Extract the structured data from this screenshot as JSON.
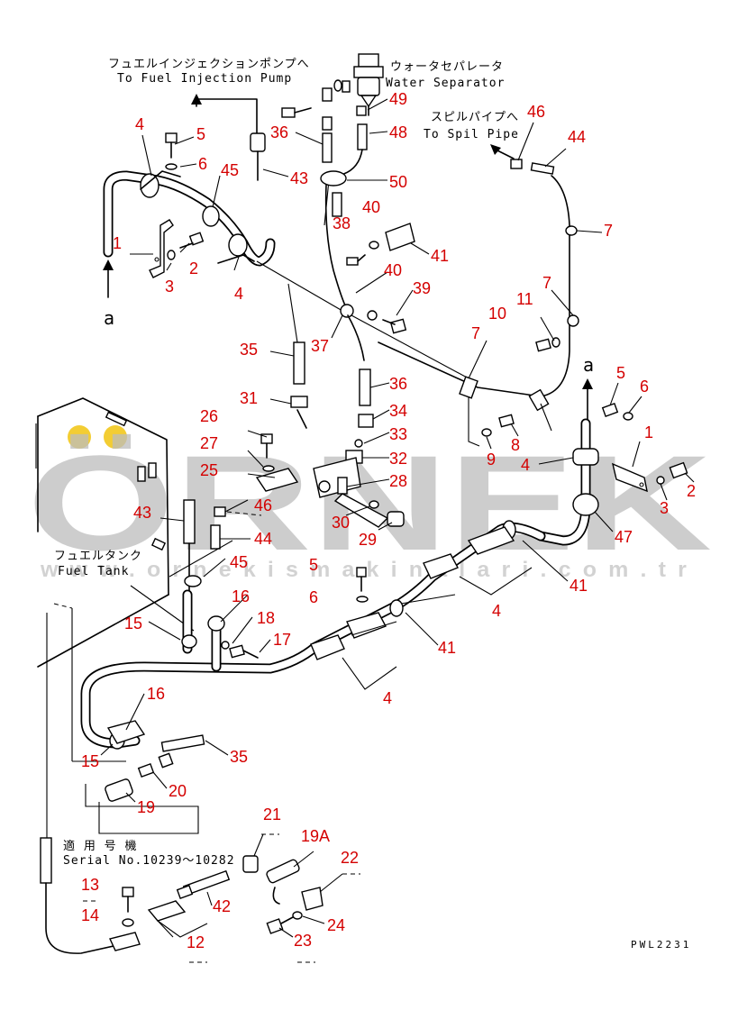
{
  "notes": {
    "fuel_pump_jp": "フュエルインジェクションポンプへ",
    "fuel_pump_en": "To Fuel Injection Pump",
    "water_sep_jp": "ウォータセパレータ",
    "water_sep_en": "Water Separator",
    "spill_jp": "スピルパイプへ",
    "spill_en": "To Spil Pipe",
    "tank_jp": "フュエルタンク",
    "tank_en": "Fuel Tank",
    "serial_jp": "適 用 号 機",
    "serial_en": "Serial No.10239～10282",
    "view_a": "a",
    "drawing_code": "PWL2231"
  },
  "watermark": {
    "brand": "ÖRNEK",
    "url": "w w w . o r n e k i s m a k i n a l a r i . c o m . t r"
  },
  "colors": {
    "callout": "#d40000",
    "line": "#000000",
    "watermark": "#bdbdbd",
    "dots": "#f0c000"
  },
  "callouts": [
    "1",
    "2",
    "3",
    "4",
    "4",
    "5",
    "6",
    "45",
    "36",
    "43",
    "49",
    "48",
    "50",
    "46",
    "44",
    "7",
    "38",
    "40",
    "41",
    "40",
    "39",
    "7",
    "11",
    "10",
    "37",
    "35",
    "31",
    "36",
    "34",
    "33",
    "32",
    "28",
    "30",
    "29",
    "7",
    "8",
    "9",
    "5",
    "6",
    "1",
    "2",
    "3",
    "4",
    "47",
    "26",
    "27",
    "25",
    "46",
    "43",
    "44",
    "45",
    "5",
    "6",
    "16",
    "18",
    "17",
    "15",
    "41",
    "4",
    "41",
    "4",
    "16",
    "15",
    "35",
    "19",
    "20",
    "21",
    "19A",
    "22",
    "13",
    "14",
    "42",
    "12",
    "23",
    "24"
  ]
}
